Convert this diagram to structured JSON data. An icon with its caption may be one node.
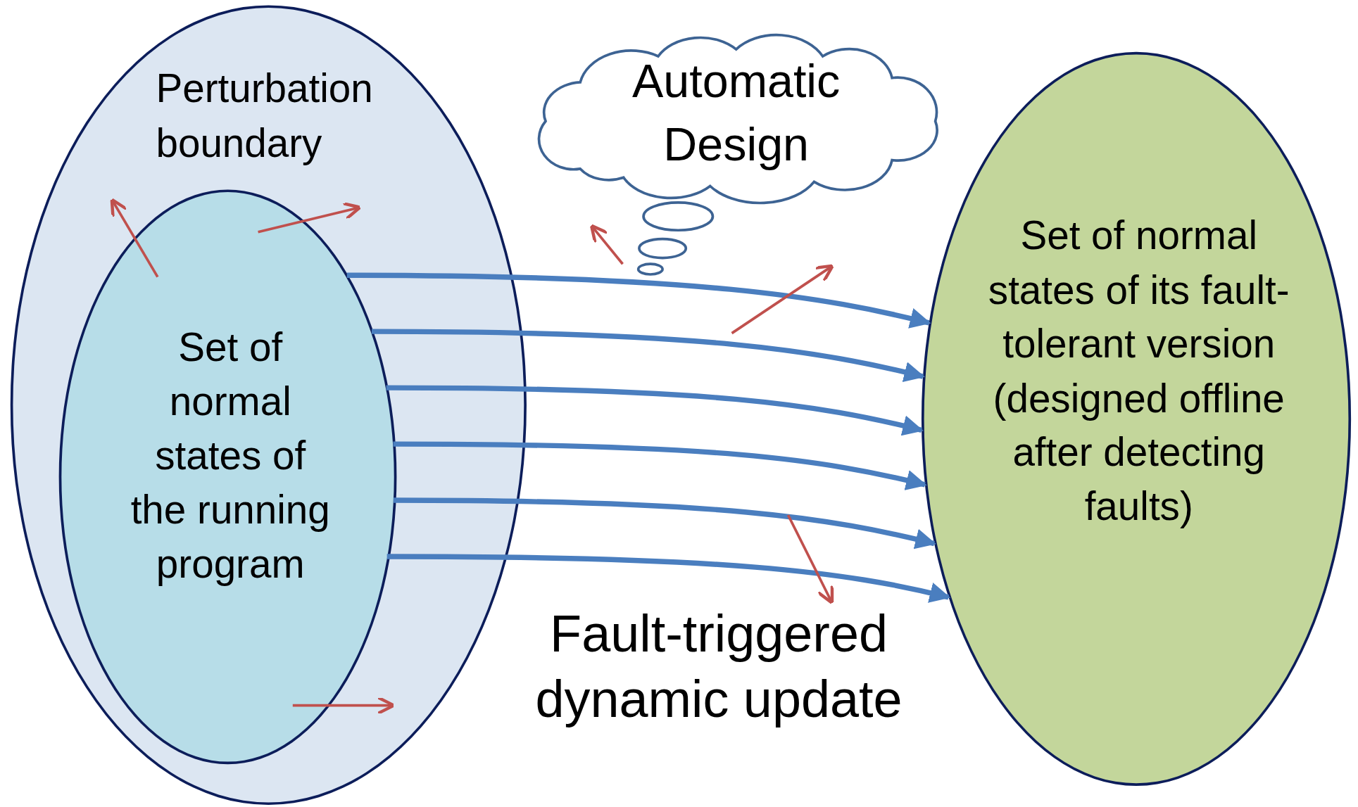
{
  "diagram": {
    "nodes": [
      {
        "text": [
          "Perturbation boundary"
        ]
      },
      {
        "text": [
          "Set of normal states of the running program"
        ],
        "in": 0
      },
      {
        "text": [
          "Automatic Design"
        ]
      },
      {
        "text": [
          "Set of normal states of its fault-tolerant version (designed offline after detecting faults)"
        ]
      }
    ],
    "edges": [
      {
        "from": 1,
        "to": 3,
        "arrow": "to"
      },
      {
        "from": 1,
        "to": 3,
        "arrow": "to"
      },
      {
        "from": 1,
        "to": 3,
        "arrow": "to"
      },
      {
        "from": 1,
        "to": 3,
        "arrow": "to"
      },
      {
        "from": 1,
        "to": 3,
        "arrow": "to"
      },
      {
        "from": 1,
        "to": 3,
        "arrow": "to"
      }
    ],
    "labels": [
      "Fault-triggered dynamic update"
    ]
  }
}
